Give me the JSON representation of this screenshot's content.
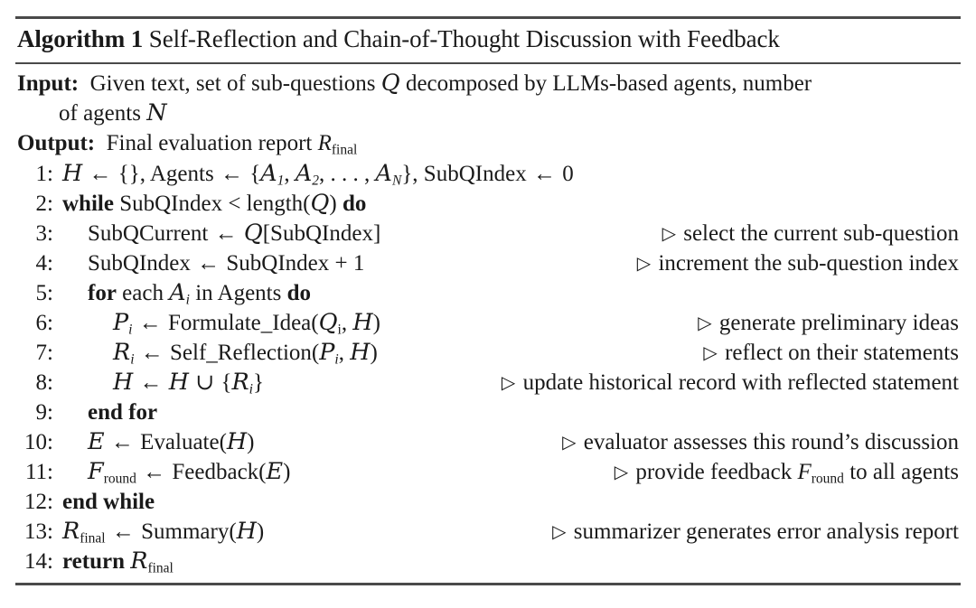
{
  "algorithm": {
    "label": "Algorithm 1",
    "title": "Self-Reflection and Chain-of-Thought Discussion with Feedback",
    "io": {
      "input_keyword": "Input:",
      "input_text_line1": "Given text, set of sub-questions 𝒬 decomposed by LLMs-based agents, number",
      "input_text_line2": "of agents 𝒩",
      "output_keyword": "Output:",
      "output_text": "Final evaluation report R_final"
    },
    "steps": [
      {
        "num": "1:",
        "indent": 0,
        "code": "ℋ ← {}, Agents ← {𝒜₁, 𝒜₂, …, 𝒜_N}, SubQIndex ← 0",
        "comment": ""
      },
      {
        "num": "2:",
        "indent": 0,
        "code": "while SubQIndex < length(𝒬) do",
        "comment": ""
      },
      {
        "num": "3:",
        "indent": 1,
        "code": "SubQCurrent ← 𝒬[SubQIndex]",
        "comment": "▷ select the current sub-question"
      },
      {
        "num": "4:",
        "indent": 1,
        "code": "SubQIndex ← SubQIndex + 1",
        "comment": "▷ increment the sub-question index"
      },
      {
        "num": "5:",
        "indent": 1,
        "code": "for each 𝒜ᵢ in Agents do",
        "comment": ""
      },
      {
        "num": "6:",
        "indent": 2,
        "code": "𝒫ᵢ ← Formulate_Idea(𝒬ᵢ, ℋ)",
        "comment": "▷ generate preliminary ideas"
      },
      {
        "num": "7:",
        "indent": 2,
        "code": "ℛᵢ ← Self_Reflection(𝒫ᵢ, ℋ)",
        "comment": "▷ reflect on their statements"
      },
      {
        "num": "8:",
        "indent": 2,
        "code": "ℋ ← ℋ ∪ {ℛᵢ}",
        "comment": "▷ update historical record with reflected statement"
      },
      {
        "num": "9:",
        "indent": 1,
        "code": "end for",
        "comment": ""
      },
      {
        "num": "10:",
        "indent": 1,
        "code": "ℰ ← Evaluate(ℋ)",
        "comment": "▷ evaluator assesses this round's discussion"
      },
      {
        "num": "11:",
        "indent": 1,
        "code": "ℱ_round ← Feedback(ℰ)",
        "comment": "▷ provide feedback F_round to all agents"
      },
      {
        "num": "12:",
        "indent": 0,
        "code": "end while",
        "comment": ""
      },
      {
        "num": "13:",
        "indent": 0,
        "code": "ℛ_final ← Summary(ℋ)",
        "comment": "▷ summarizer generates error analysis report"
      },
      {
        "num": "14:",
        "indent": 0,
        "code": "return ℛ_final",
        "comment": ""
      }
    ]
  },
  "style": {
    "rule_color": "#4a4a4a",
    "text_color": "#1a1a1a",
    "background": "#ffffff"
  }
}
